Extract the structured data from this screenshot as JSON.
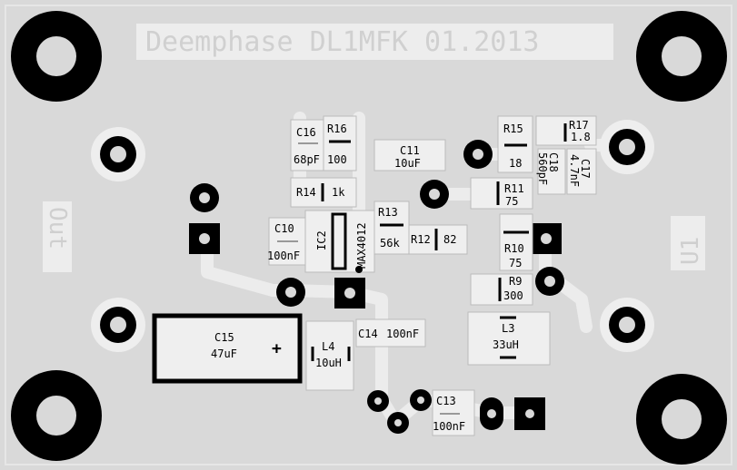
{
  "board": {
    "title": "Deemphase DL1MFK 01.2013",
    "label_out": "Out",
    "label_in": "U1",
    "colors": {
      "background": "#ffffff",
      "board": "#d9d9d9",
      "copper": "#eeeeee",
      "silk_fill": "#efefef",
      "hole": "#000000",
      "text_dark": "#000000",
      "text_light": "#f5f5f5"
    }
  },
  "components": {
    "C16": {
      "ref": "C16",
      "value": "68pF"
    },
    "R16": {
      "ref": "R16",
      "value": "100"
    },
    "C11": {
      "ref": "C11",
      "value": "10uF"
    },
    "R15": {
      "ref": "R15",
      "value": "18"
    },
    "R17": {
      "ref": "R17",
      "value": "1.8"
    },
    "C18": {
      "ref": "C18",
      "value": "560pF"
    },
    "C17": {
      "ref": "C17",
      "value": "4.7nF"
    },
    "R14": {
      "ref": "R14",
      "value": "1k"
    },
    "R11": {
      "ref": "R11",
      "value": "75"
    },
    "C10": {
      "ref": "C10",
      "value": "100nF"
    },
    "IC2": {
      "ref": "IC2",
      "value": "MAX4012"
    },
    "R13": {
      "ref": "R13",
      "value": "56k"
    },
    "R12": {
      "ref": "R12",
      "value": "82"
    },
    "R10": {
      "ref": "R10",
      "value": "75"
    },
    "R9": {
      "ref": "R9",
      "value": "300"
    },
    "C15": {
      "ref": "C15",
      "value": "47uF",
      "polarity": "+"
    },
    "L4": {
      "ref": "L4",
      "value": "10uH"
    },
    "C14": {
      "ref": "C14",
      "value": "100nF"
    },
    "L3": {
      "ref": "L3",
      "value": "33uH"
    },
    "C13": {
      "ref": "C13",
      "value": "100nF"
    }
  }
}
